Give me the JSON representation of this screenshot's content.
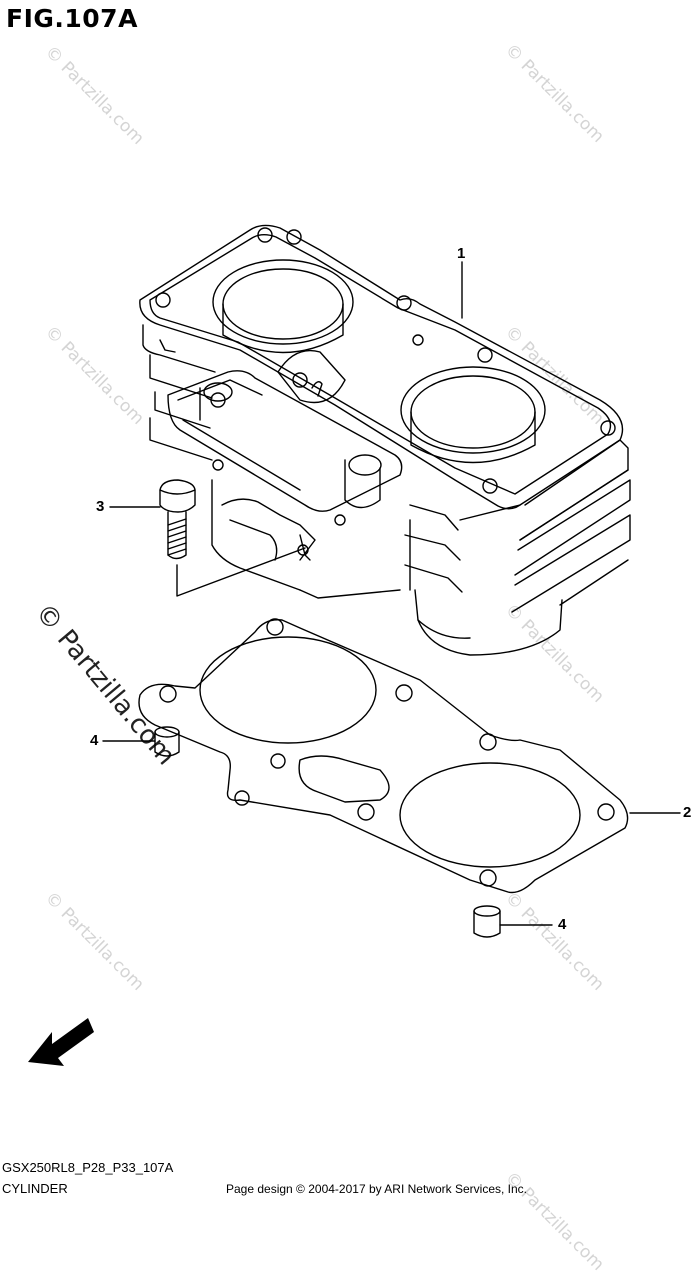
{
  "figure": {
    "title": "FIG.107A",
    "model_code": "GSX250RL8_P28_P33_107A",
    "section_name": "CYLINDER",
    "page_design": "Page design © 2004-2017 by ARI Network Services, Inc."
  },
  "watermark": {
    "text": "© Partzilla.com",
    "highlight_text": "© Partzilla.com"
  },
  "callouts": [
    {
      "number": "1",
      "part": "cylinder"
    },
    {
      "number": "2",
      "part": "cylinder-gasket"
    },
    {
      "number": "3",
      "part": "cylinder-bolt"
    },
    {
      "number": "4",
      "part": "dowel-pin"
    },
    {
      "number": "4",
      "part": "dowel-pin"
    }
  ],
  "fwd_label": "FWD",
  "colors": {
    "line": "#000000",
    "watermark": "#d4d4d4",
    "background": "#ffffff"
  }
}
